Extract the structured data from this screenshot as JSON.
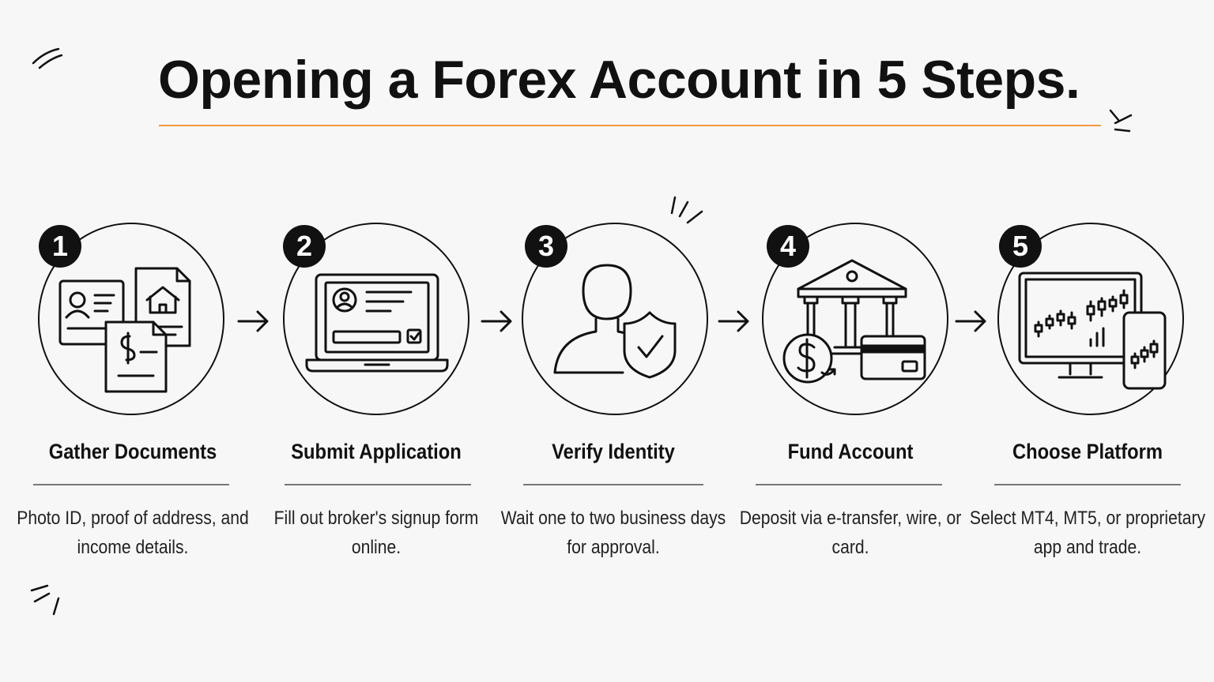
{
  "title": "Opening a Forex Account in 5 Steps.",
  "accent_color": "#f39a3a",
  "steps": [
    {
      "number": "1",
      "title": "Gather Documents",
      "description": "Photo ID, proof of address, and income details.",
      "icon": "documents-icon"
    },
    {
      "number": "2",
      "title": "Submit Application",
      "description": "Fill out broker's signup form online.",
      "icon": "laptop-form-icon"
    },
    {
      "number": "3",
      "title": "Verify Identity",
      "description": "Wait one to two business days for approval.",
      "icon": "user-shield-icon"
    },
    {
      "number": "4",
      "title": "Fund Account",
      "description": "Deposit via e-transfer, wire, or card.",
      "icon": "bank-card-icon"
    },
    {
      "number": "5",
      "title": "Choose Platform",
      "description": "Select MT4, MT5, or proprietary app and trade.",
      "icon": "trading-platform-icon"
    }
  ]
}
